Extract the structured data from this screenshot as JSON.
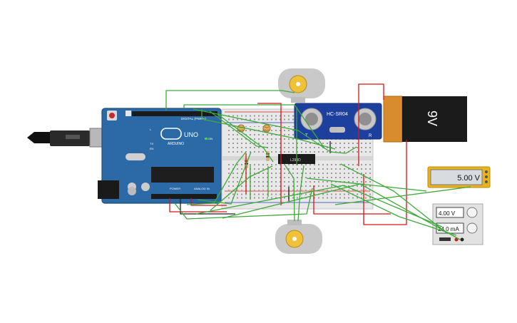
{
  "arduino": {
    "brand": "ARDUINO",
    "model": "UNO",
    "digital_label": "DIGITAL (PWM~)",
    "power_label": "POWER",
    "analog_label": "ANALOG IN",
    "on_label": "ON",
    "tx_label": "TX",
    "rx_label": "RX",
    "l_label": "L"
  },
  "ultrasonic": {
    "model": "HC-SR04",
    "left_letter": "T",
    "right_letter": "R"
  },
  "battery": {
    "label": "9V"
  },
  "driver_ic": {
    "label": "L293D"
  },
  "voltmeter": {
    "value": "5.00 V"
  },
  "power_supply": {
    "voltage": "4.00 V",
    "current": "24.0 mA"
  },
  "colors": {
    "arduino_board": "#2b6aa6",
    "wire_green": "#3fa83a",
    "wire_red": "#d01818",
    "wire_black": "#222222",
    "battery_orange": "#d98c2e",
    "meter_frame": "#e9b320"
  }
}
